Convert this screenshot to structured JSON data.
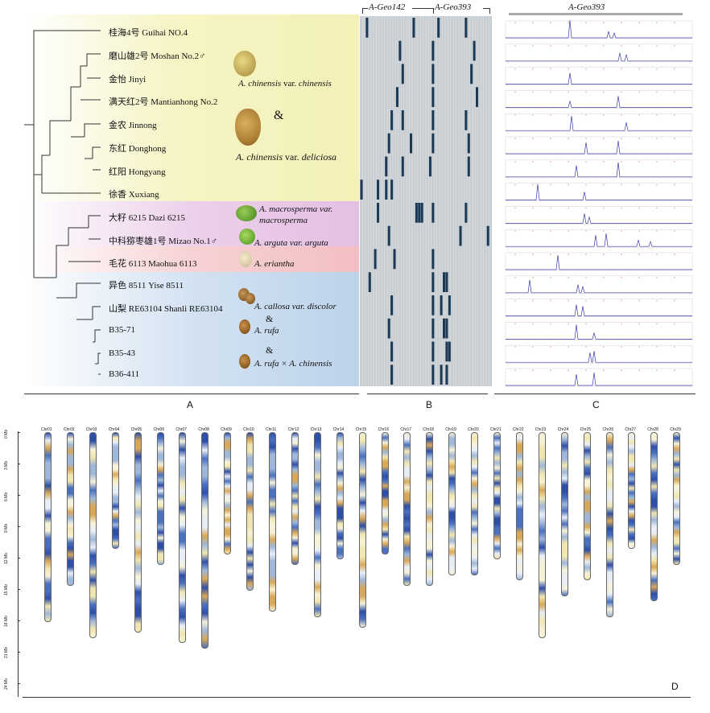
{
  "panel_a": {
    "letter": "A",
    "cultivars": [
      {
        "label": "桂海4号 Guihai NO.4"
      },
      {
        "label": "磨山雄2号 Moshan No.2♂"
      },
      {
        "label": "金怡 Jinyi"
      },
      {
        "label": "满天红2号 Mantianhong No.2"
      },
      {
        "label": "金农 Jinnong"
      },
      {
        "label": "东红 Donghong"
      },
      {
        "label": "红阳 Hongyang"
      },
      {
        "label": "徐香 Xuxiang"
      },
      {
        "label": "大籽 6215 Dazi 6215"
      },
      {
        "label": "中科猕枣雄1号 Mizao No.1♂"
      },
      {
        "label": "毛花 6113 Maohua 6113"
      },
      {
        "label": "异色 8511 Yise 8511"
      },
      {
        "label": "山梨 RE63104 Shanli RE63104"
      },
      {
        "label": "B35-71"
      },
      {
        "label": "B35-43"
      },
      {
        "label": "B36-411"
      }
    ],
    "species": {
      "chinensis_genus": "A.",
      "chinensis_name": "chinensis",
      "chinensis_var": "var.",
      "chinensis_var_name": "chinensis",
      "amp1": "&",
      "deliciosa_genus": "A.",
      "deliciosa_name": "chinensis",
      "deliciosa_var": "var.",
      "deliciosa_var_name": "deliciosa",
      "macrosperma_line1": "A. macrosperma var.",
      "macrosperma_line2": "macrosperma",
      "arguta": "A. arguta var. arguta",
      "eriantha": "A. eriantha",
      "callosa": "A.  callosa var. discolor",
      "amp2": "&",
      "rufa": "A. rufa",
      "amp3": "&",
      "rufa_x": "A. rufa × A. chinensis"
    },
    "band_colors": [
      "#f6f4c4",
      "#eac9e6",
      "#f4c4c8",
      "#c5d8ec"
    ]
  },
  "panel_b": {
    "letter": "B",
    "header_left": "A-Geo142",
    "header_right": "A-Geo393",
    "bar_color": "#1c3a55",
    "bg_color": "#c9ced3"
  },
  "panel_c": {
    "letter": "C",
    "header": "A-Geo393",
    "trace_color": "#3a3aa8"
  },
  "panel_d": {
    "letter": "D",
    "mb_ticks": [
      "0 Mb",
      "3 Mb",
      "6 Mb",
      "9 Mb",
      "12 Mb",
      "15 Mb",
      "18 Mb",
      "21 Mb",
      "24 Mb"
    ],
    "chromosomes": [
      {
        "name": "Chr01",
        "length_mb": 18.0
      },
      {
        "name": "Chr02",
        "length_mb": 14.5
      },
      {
        "name": "Chr03",
        "length_mb": 19.5
      },
      {
        "name": "Chr04",
        "length_mb": 11.0
      },
      {
        "name": "Chr05",
        "length_mb": 19.0
      },
      {
        "name": "Chr06",
        "length_mb": 12.5
      },
      {
        "name": "Chr07",
        "length_mb": 20.0
      },
      {
        "name": "Chr08",
        "length_mb": 20.5
      },
      {
        "name": "Chr09",
        "length_mb": 11.5
      },
      {
        "name": "Chr10",
        "length_mb": 15.0
      },
      {
        "name": "Chr11",
        "length_mb": 17.0
      },
      {
        "name": "Chr12",
        "length_mb": 12.5
      },
      {
        "name": "Chr13",
        "length_mb": 17.5
      },
      {
        "name": "Chr14",
        "length_mb": 12.0
      },
      {
        "name": "Chr15",
        "length_mb": 18.5
      },
      {
        "name": "Chr16",
        "length_mb": 11.5
      },
      {
        "name": "Chr17",
        "length_mb": 14.5
      },
      {
        "name": "Chr18",
        "length_mb": 14.5
      },
      {
        "name": "Chr19",
        "length_mb": 13.5
      },
      {
        "name": "Chr20",
        "length_mb": 13.5
      },
      {
        "name": "Chr21",
        "length_mb": 12.0
      },
      {
        "name": "Chr22",
        "length_mb": 14.0
      },
      {
        "name": "Chr23",
        "length_mb": 19.5
      },
      {
        "name": "Chr24",
        "length_mb": 15.5
      },
      {
        "name": "Chr25",
        "length_mb": 14.0
      },
      {
        "name": "Chr26",
        "length_mb": 17.5
      },
      {
        "name": "Chr27",
        "length_mb": 11.0
      },
      {
        "name": "Chr28",
        "length_mb": 16.0
      },
      {
        "name": "Chr29",
        "length_mb": 12.5
      }
    ]
  }
}
